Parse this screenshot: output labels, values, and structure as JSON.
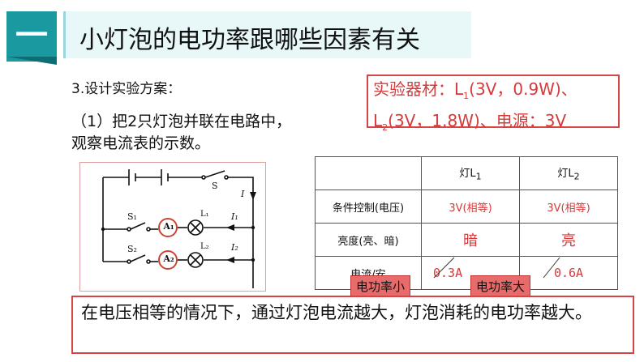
{
  "header": {
    "number": "一",
    "title": "小灯泡的电功率跟哪些因素有关"
  },
  "step_title": "3.设计实验方案：",
  "description": {
    "line1": "（1）把2只灯泡并联在电路中，",
    "line2": "观察电流表的示数。"
  },
  "equipment": {
    "line1_a": "实验器材：L",
    "line1_sub": "1",
    "line1_b": "(3V，0.9W)、",
    "line2_a": "L",
    "line2_sub": "2",
    "line2_b": "(3V，1.8W)、电源：3V"
  },
  "circuit": {
    "switch_main": "S",
    "current_main": "I",
    "switch_1": "S₁",
    "switch_2": "S₂",
    "ammeter_1": "A₁",
    "ammeter_2": "A₂",
    "lamp_1": "L₁",
    "lamp_2": "L₂",
    "current_1": "I₁",
    "current_2": "I₂"
  },
  "table": {
    "headers": {
      "col1_a": "灯L",
      "col1_sub": "1",
      "col2_a": "灯L",
      "col2_sub": "2"
    },
    "rows": [
      {
        "label": "条件控制(电压)",
        "l1": "3V(相等)",
        "l2": "3V(相等)"
      },
      {
        "label": "亮度(亮、暗)",
        "l1": "暗",
        "l2": "亮"
      },
      {
        "label": "电流/安",
        "l1": "0.3A",
        "l2": "0.6A"
      }
    ]
  },
  "tags": {
    "small": "电功率小",
    "large": "电功率大"
  },
  "conclusion": "在电压相等的情况下，通过灯泡电流越大，灯泡消耗的电功率越大。",
  "colors": {
    "accent": "#1a9aa0",
    "title_bg": "#e8f7f8",
    "red": "#d63a3a",
    "tag_bg": "#e76b6b"
  }
}
